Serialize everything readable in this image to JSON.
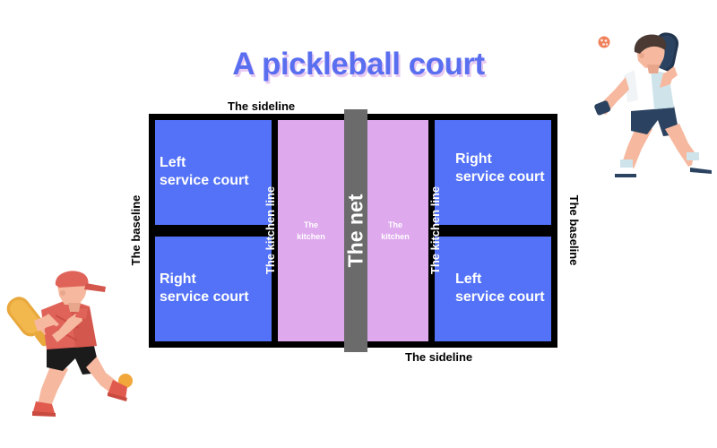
{
  "title": "A pickleball court",
  "colors": {
    "title": "#5a6ef0",
    "title_shadow": "#e8c9f0",
    "court_blue": "#5472f7",
    "kitchen_pink": "#dfa9ee",
    "net_gray": "#6b6b6b",
    "line_black": "#000000",
    "background": "#ffffff"
  },
  "court": {
    "net_label": "The net",
    "kitchen_line_left": "The kitchen line",
    "kitchen_line_right": "The kitchen line",
    "kitchen_left": "The\nkitchen",
    "kitchen_right": "The\nkitchen",
    "baseline_left": "The baseline",
    "baseline_right": "The baseline",
    "sideline_top": "The sideline",
    "sideline_bottom": "The sideline",
    "service_courts": {
      "left_half_top": "Left\nservice court",
      "left_half_bottom": "Right\nservice court",
      "right_half_top": "Right\nservice court",
      "right_half_bottom": "Left\nservice court"
    }
  },
  "illustrations": {
    "player_top_right": "pickleball-player-serving-icon",
    "player_bottom_left": "pickleball-player-swinging-icon"
  }
}
